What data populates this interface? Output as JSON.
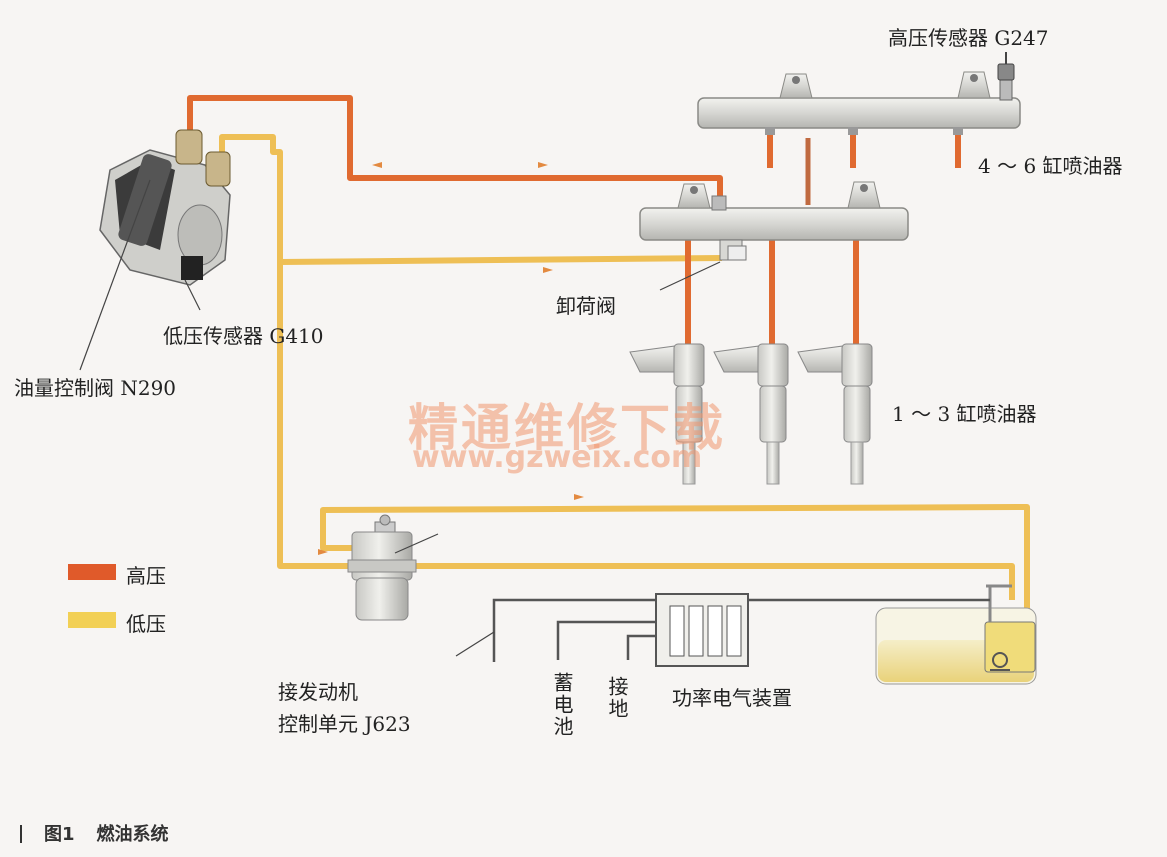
{
  "labels": {
    "high_sensor": "高压传感器 G247",
    "inj_4_6": "4 ～ 6 缸喷油器",
    "unload_valve": "卸荷阀",
    "low_sensor": "低压传感器 G410",
    "fuel_valve": "油量控制阀 N290",
    "inj_1_3": "1 ～ 3 缸喷油器",
    "ecu_line1": "接发动机",
    "ecu_line2": "控制单元 J623",
    "battery": "蓄电池",
    "ground": "接地",
    "power_unit": "功率电气装置"
  },
  "legend": {
    "high": {
      "label": "高压",
      "color": "#e05a2a"
    },
    "low": {
      "label": "低压",
      "color": "#f2c94a"
    }
  },
  "colors": {
    "high_line": "#e06a30",
    "low_line": "#eebf55",
    "metal": "#dcdcd8",
    "wire": "#555555"
  },
  "watermark": {
    "title": "精通维修下载",
    "url": "www.gzweix.com"
  },
  "caption": {
    "number": "图1",
    "title": "燃油系统"
  }
}
